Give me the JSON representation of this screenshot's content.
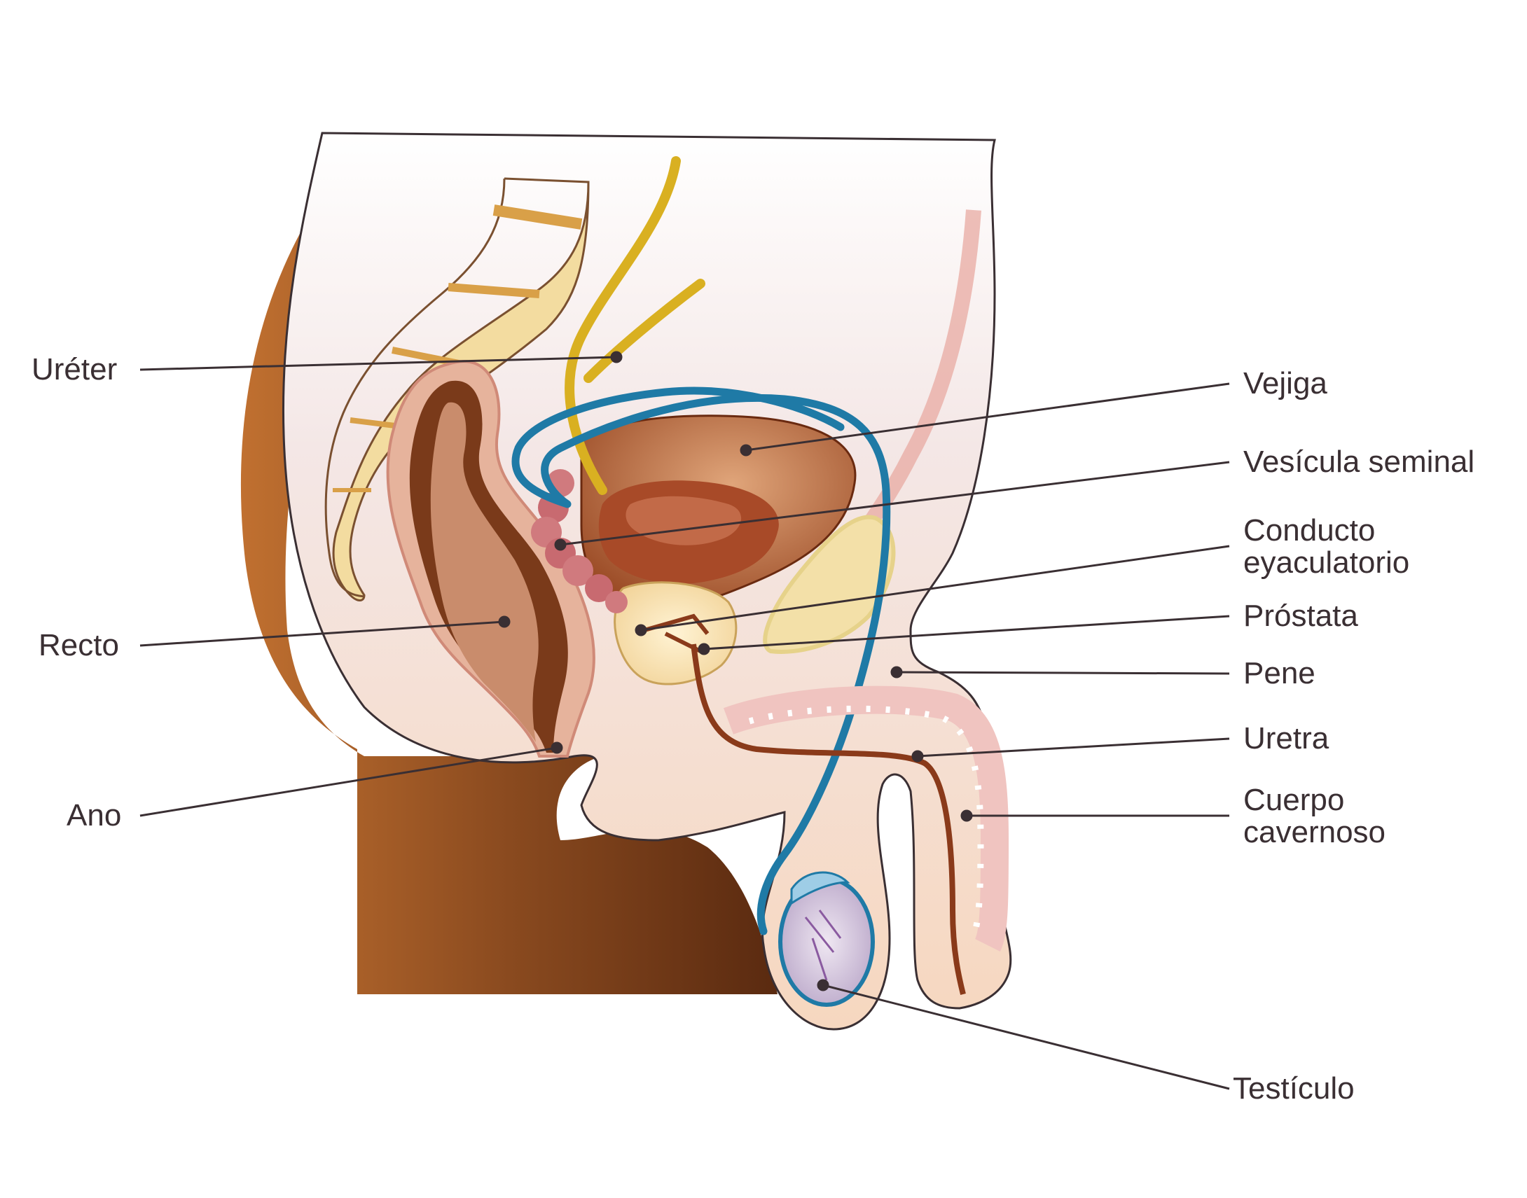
{
  "labels": {
    "ureter": "Uréter",
    "recto": "Recto",
    "ano": "Ano",
    "vejiga": "Vejiga",
    "vesicula": "Vesícula seminal",
    "conducto_1": "Conducto",
    "conducto_2": "eyaculatorio",
    "prostata": "Próstata",
    "pene": "Pene",
    "uretra": "Uretra",
    "cuerpo_1": "Cuerpo",
    "cuerpo_2": "cavernoso",
    "testiculo": "Testículo"
  },
  "colors": {
    "leader": "#3a2f33",
    "skin_dark": "#8a4a1f",
    "skin_light": "#f6d7bf",
    "bladder": "#b0572e",
    "ureter": "#d9b021",
    "vas_deferens": "#1f7aa6",
    "bone": "#f3dca0",
    "rectum": "#7a3a1a"
  }
}
